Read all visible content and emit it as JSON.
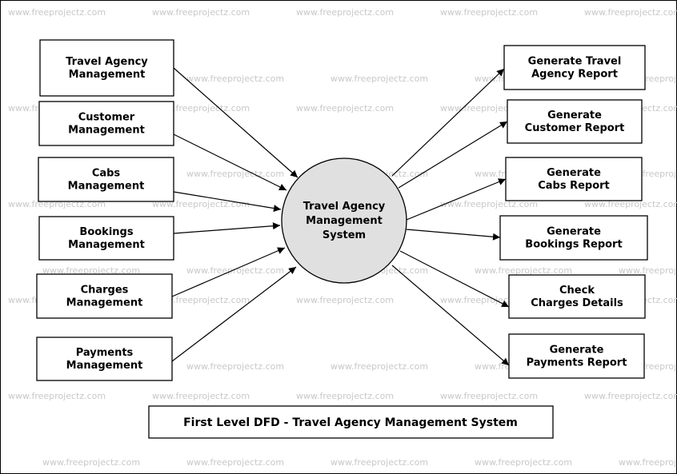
{
  "diagram": {
    "caption": "First Level DFD - Travel Agency Management System",
    "process": [
      "Travel Agency",
      "Management",
      "System"
    ],
    "inputs": [
      {
        "lines": [
          "Travel Agency",
          "Management"
        ]
      },
      {
        "lines": [
          "Customer",
          "Management"
        ]
      },
      {
        "lines": [
          "Cabs",
          "Management"
        ]
      },
      {
        "lines": [
          "Bookings",
          "Management"
        ]
      },
      {
        "lines": [
          "Charges",
          "Management"
        ]
      },
      {
        "lines": [
          "Payments",
          "Management"
        ]
      }
    ],
    "outputs": [
      {
        "lines": [
          "Generate Travel",
          "Agency Report"
        ]
      },
      {
        "lines": [
          "Generate",
          "Customer Report"
        ]
      },
      {
        "lines": [
          "Generate",
          "Cabs Report"
        ]
      },
      {
        "lines": [
          "Generate",
          "Bookings Report"
        ]
      },
      {
        "lines": [
          "Check",
          "Charges Details"
        ]
      },
      {
        "lines": [
          "Generate",
          "Payments Report"
        ]
      }
    ]
  },
  "watermark": "www.freeprojectz.com",
  "colors": {
    "process_fill": "#e0e0e0",
    "stroke": "#000000",
    "watermark": "#c8c8c8"
  }
}
